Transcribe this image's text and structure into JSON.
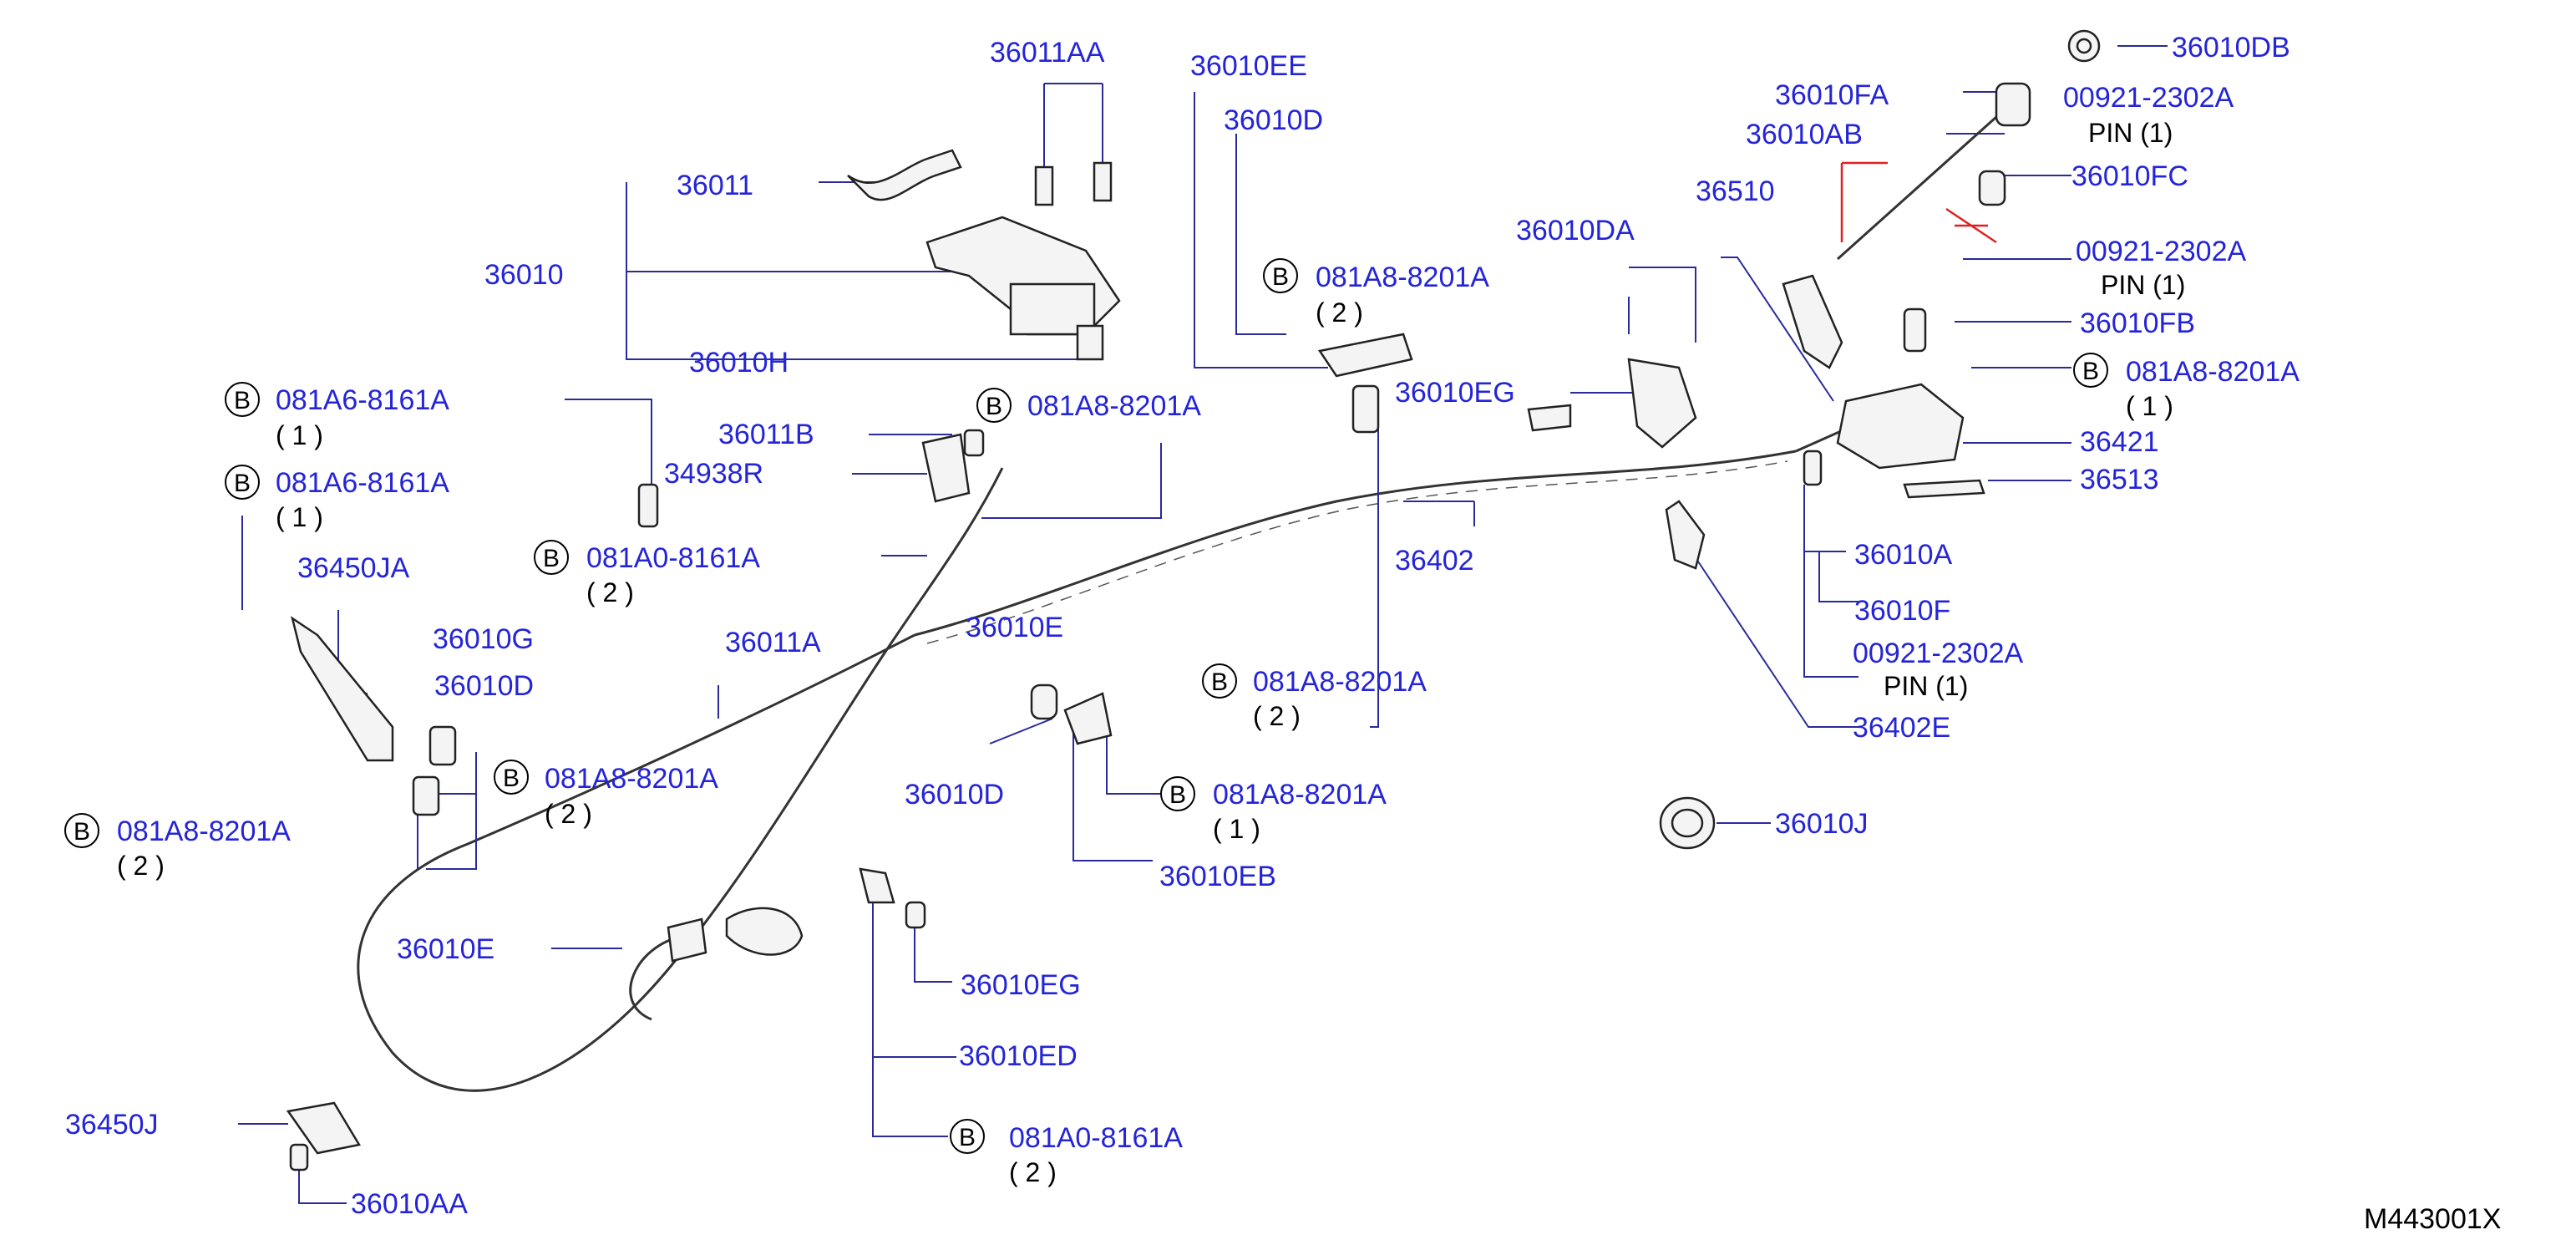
{
  "labels": {
    "l_36011AA": "36011AA",
    "l_36010EE": "36010EE",
    "l_36010D_top": "36010D",
    "l_36011": "36011",
    "l_36010": "36010",
    "l_36010H": "36010H",
    "l_36010FA": "36010FA",
    "l_36010AB": "36010AB",
    "l_36510": "36510",
    "l_36010DA": "36010DA",
    "l_36010EG_top": "36010EG",
    "l_36011B": "36011B",
    "l_34938R": "34938R",
    "l_36450JA": "36450JA",
    "l_36010D_left": "36010D",
    "l_36010D_mid": "36010D",
    "l_36402": "36402",
    "l_36010A": "36010A",
    "l_36010F": "36010F",
    "l_36402E": "36402E",
    "l_36010DB": "36010DB",
    "l_36010FC": "36010FC",
    "l_36010FB": "36010FB",
    "l_36421": "36421",
    "l_36513": "36513",
    "l_36010J": "36010J",
    "l_36010EB": "36010EB",
    "l_36010E_left": "36010E",
    "l_36010E_mid": "36010E",
    "l_36010EG_bot": "36010EG",
    "l_36010ED": "36010ED",
    "l_36450J": "36450J",
    "l_36010AA": "36010AA",
    "l_36010G": "36010G",
    "l_36011A": "36011A",
    "l_00921_a": "00921-2302A",
    "l_00921_b": "00921-2302A",
    "l_00921_c": "00921-2302A",
    "b_081A8_1": "081A8-8201A",
    "b_081A6_1": "081A6-8161A",
    "b_081A6_2": "081A6-8161A",
    "b_081A8_2": "081A8-8201A",
    "b_081A0_1": "081A0-8161A",
    "b_081A8_3": "081A8-8201A",
    "b_081A8_4": "081A8-8201A",
    "b_081A8_5": "081A8-8201A",
    "b_081A8_6": "081A8-8201A",
    "b_081A8_7": "081A8-8201A",
    "b_081A0_2": "081A0-8161A"
  },
  "qty": {
    "q1": "( 2 )",
    "q2": "( 1 )",
    "q3": "( 1 )",
    "q4": "( 2 )",
    "q5": "( 2 )",
    "q6": "( 2 )",
    "q7": "( 2 )",
    "q8": "( 1 )",
    "q9": "( 2 )"
  },
  "pins": {
    "p1": "PIN  (1)",
    "p2": "PIN  (1)",
    "p3": "PIN  (1)"
  },
  "bolt_mark": "B",
  "diagram_code": "M443001X",
  "colors": {
    "label": "#2424d8",
    "leader": "#2a2a9c",
    "highlight": "#e02020"
  }
}
